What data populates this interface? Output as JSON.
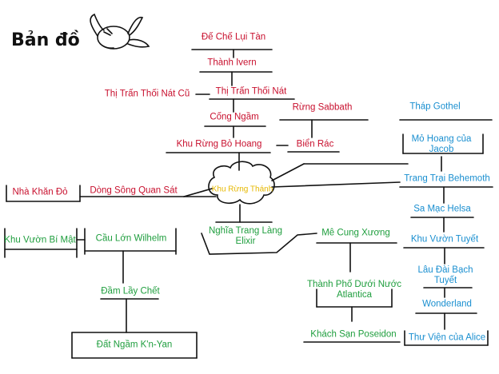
{
  "title": "Bản đồ",
  "colors": {
    "red_region": "#c8102e",
    "green_region": "#1f9e3e",
    "blue_region": "#1a8fd0",
    "center": "#e6b800",
    "lines": "#111111"
  },
  "nodes": {
    "de_che_lui_tan": "Đế Chế Lụi Tàn",
    "thanh_ivern": "Thành Ivern",
    "thi_tran_thoi_nat_cu": "Thị Trấn Thối Nát Cũ",
    "thi_tran_thoi_nat": "Thị Trấn Thối Nát",
    "cong_ngam": "Cống Ngầm",
    "rung_sabbath": "Rừng Sabbath",
    "khu_rung_bo_hoang": "Khu Rừng Bỏ Hoang",
    "bien_rac": "Biển Rác",
    "nha_khan_do": "Nhà Khăn Đỏ",
    "dong_song_quan_sat": "Dòng Sông Quan Sát",
    "khu_rung_thanh": "Khu Rừng Thánh",
    "thap_gothel": "Tháp Gothel",
    "mo_hoang_cua_jacob": "Mỏ Hoang của Jacob",
    "trang_trai_behemoth": "Trang Trại Behemoth",
    "sa_mac_helsa": "Sa Mạc Helsa",
    "khu_vuon_tuyet": "Khu Vườn Tuyết",
    "lau_dai_bach_tuyet": "Lâu Đài Bạch Tuyết",
    "wonderland": "Wonderland",
    "thu_vien_cua_alice": "Thư Viện của Alice",
    "khu_vuon_bi_mat": "Khu Vườn Bí Mật",
    "cau_lon_wilhelm": "Cầu Lớn Wilhelm",
    "nghia_trang_lang_elixir": "Nghĩa Trang Làng Elixir",
    "me_cung_xuong": "Mê Cung Xương",
    "dam_lay_chet": "Đầm Lầy Chết",
    "thanh_pho_duoi_nuoc_atlantica": "Thành Phố Dưới Nước Atlantica",
    "khach_san_poseidon": "Khách Sạn Poseidon",
    "dat_ngam_kn_yan": "Đất Ngầm K'n-Yan"
  },
  "icons": {
    "mascot": "winged-ghost-icon",
    "cloud": "cloud-icon"
  }
}
